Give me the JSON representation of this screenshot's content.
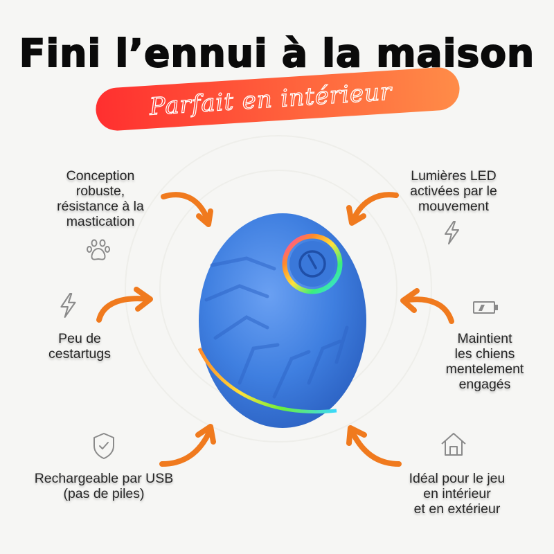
{
  "title": "Fini l’ennui à la maison",
  "banner": {
    "label": "Parfait en intérieur",
    "gradient_start": "#ff2f2f",
    "gradient_end": "#ff8c48"
  },
  "colors": {
    "background": "#f6f6f4",
    "arrow": "#f07a1e",
    "ball": "#3f7fe0",
    "icon": "#8a8a8a",
    "text": "#262626"
  },
  "product": {
    "name": "blue-led-ball",
    "icon": "power-button-icon"
  },
  "features": [
    {
      "id": "durable",
      "icon": "paw-icon",
      "lines": [
        "Conception",
        "robuste,",
        "résistance à la",
        "mastication"
      ]
    },
    {
      "id": "led",
      "icon": "lightning-icon",
      "lines": [
        "Lumières LED",
        "activées par le",
        "mouvement"
      ]
    },
    {
      "id": "low-maintenance",
      "icon": "lightning-icon",
      "lines": [
        "Peu de",
        "cestartugs"
      ]
    },
    {
      "id": "engaged",
      "icon": "battery-icon",
      "lines": [
        "Maintient",
        "les chiens",
        "mentelement",
        "engagés"
      ]
    },
    {
      "id": "usb",
      "icon": "shield-check-icon",
      "lines": [
        "Rechargeable par USB",
        "(pas de piles)"
      ]
    },
    {
      "id": "indoor-outdoor",
      "icon": "house-icon",
      "lines": [
        "Idéal pour le jeu",
        "en intérieur",
        "et en extérieur"
      ]
    }
  ]
}
